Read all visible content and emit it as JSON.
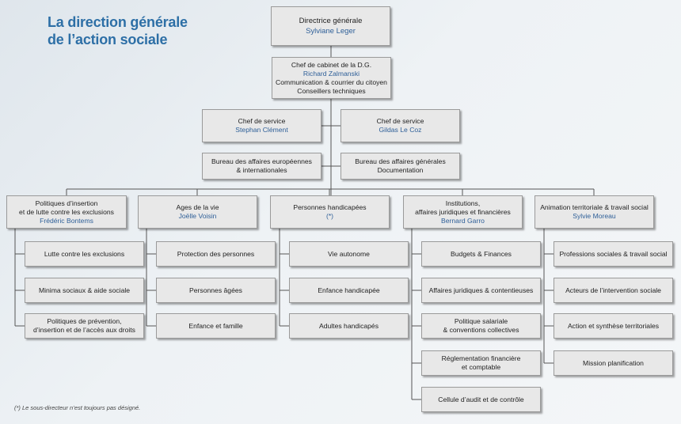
{
  "title": {
    "line1": "La direction générale",
    "line2": "de l’action sociale"
  },
  "top": {
    "role": "Directrice générale",
    "name": "Sylviane Leger"
  },
  "cabinet": {
    "role": "Chef de cabinet de la D.G.",
    "name": "Richard Zalmanski",
    "line3": "Communication & courrier du citoyen",
    "line4": "Conseillers techniques"
  },
  "chefs": [
    {
      "role": "Chef de service",
      "name": "Stephan Clément"
    },
    {
      "role": "Chef de service",
      "name": "Gildas Le Coz"
    }
  ],
  "bureaux": [
    {
      "line1": "Bureau des affaires européennes",
      "line2": "& internationales"
    },
    {
      "line1": "Bureau des affaires générales",
      "line2": "Documentation"
    }
  ],
  "subdirections": [
    {
      "line1": "Politiques d’insertion",
      "line2": "et de lutte contre les exclusions",
      "name": "Frédéric Bontems",
      "bureaus": [
        {
          "line1": "Lutte contre les exclusions"
        },
        {
          "line1": "Minima sociaux & aide sociale"
        },
        {
          "line1": "Politiques de prévention,",
          "line2": "d’insertion et de l’accès aux droits"
        }
      ]
    },
    {
      "line1": "Ages de la vie",
      "name": "Joëlle Voisin",
      "bureaus": [
        {
          "line1": "Protection des personnes"
        },
        {
          "line1": "Personnes âgées"
        },
        {
          "line1": "Enfance et famille"
        }
      ]
    },
    {
      "line1": "Personnes handicapées",
      "name": "(*)",
      "bureaus": [
        {
          "line1": "Vie autonome"
        },
        {
          "line1": "Enfance handicapée"
        },
        {
          "line1": "Adultes handicapés"
        }
      ]
    },
    {
      "line1": "Institutions,",
      "line2": "affaires juridiques et financières",
      "name": "Bernard Garro",
      "bureaus": [
        {
          "line1": "Budgets & Finances"
        },
        {
          "line1": "Affaires juridiques & contentieuses"
        },
        {
          "line1": "Politique salariale",
          "line2": "& conventions collectives"
        },
        {
          "line1": "Réglementation financière",
          "line2": "et comptable"
        },
        {
          "line1": "Cellule d’audit et de contrôle"
        }
      ]
    },
    {
      "line1": "Animation territoriale & travail social",
      "name": "Sylvie Moreau",
      "bureaus": [
        {
          "line1": "Professions sociales & travail social"
        },
        {
          "line1": "Acteurs de l’intervention sociale"
        },
        {
          "line1": "Action et synthèse territoriales"
        },
        {
          "line1": "Mission planification"
        }
      ]
    }
  ],
  "footnote": "(*) Le sous-directeur n’est toujours pas désigné.",
  "colors": {
    "title": "#2d6fa6",
    "name": "#2e5f98",
    "box": "#e8e8e8",
    "line": "#555555"
  }
}
